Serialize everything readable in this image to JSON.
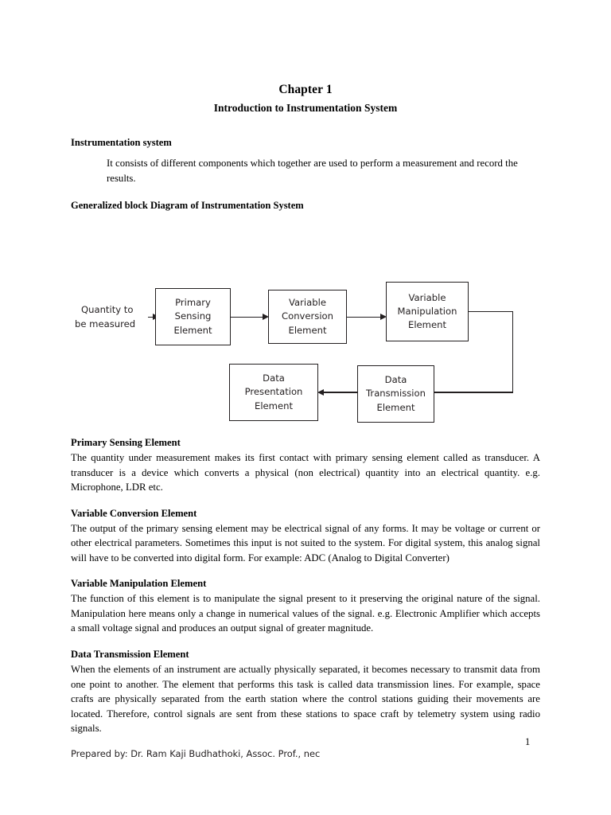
{
  "document": {
    "chapter_title": "Chapter 1",
    "chapter_subtitle": "Introduction to Instrumentation System",
    "sections": {
      "instrumentation_system": {
        "heading": "Instrumentation system",
        "body": "It consists of different components which together are used to perform a measurement and record the results."
      },
      "block_diagram": {
        "heading": "Generalized block Diagram of Instrumentation System"
      },
      "primary_sensing": {
        "heading": "Primary Sensing Element",
        "body": "The quantity under measurement makes its first contact with primary sensing element called as transducer. A transducer is a device which converts a physical (non electrical) quantity into an electrical quantity. e.g. Microphone, LDR etc."
      },
      "variable_conversion": {
        "heading": "Variable Conversion Element",
        "body": "The output of the primary sensing element may be electrical signal of any forms. It may be voltage or current or other electrical parameters. Sometimes this input is not suited to the system. For digital system, this analog signal will have to be converted into digital form. For example: ADC (Analog to Digital Converter)"
      },
      "variable_manipulation": {
        "heading": "Variable Manipulation Element",
        "body": "The function of this element is to manipulate the signal present to it preserving the original nature of the signal. Manipulation here means only a change in numerical values of the signal. e.g. Electronic Amplifier which accepts a small voltage signal and produces an output signal of greater magnitude."
      },
      "data_transmission": {
        "heading": "Data Transmission Element",
        "body": "When the elements of an instrument are actually physically separated, it becomes necessary to transmit data from one point to another. The element that performs this task is called data transmission lines. For example, space crafts are physically separated from the earth station where the control stations guiding their movements are located. Therefore, control signals are sent from these stations to space craft by telemetry system using radio signals."
      }
    },
    "diagram": {
      "input_label_line1": "Quantity to",
      "input_label_line2": "be measured",
      "boxes": [
        {
          "line1": "Primary",
          "line2": "Sensing",
          "line3": "Element"
        },
        {
          "line1": "Variable",
          "line2": "Conversion",
          "line3": "Element"
        },
        {
          "line1": "Variable",
          "line2": "Manipulation",
          "line3": "Element"
        },
        {
          "line1": "Data",
          "line2": "Transmission",
          "line3": "Element"
        },
        {
          "line1": "Data",
          "line2": "Presentation",
          "line3": "Element"
        }
      ]
    },
    "footer": {
      "prepared_by": "Prepared by: Dr. Ram Kaji Budhathoki, Assoc. Prof., nec",
      "page_number": "1"
    }
  }
}
